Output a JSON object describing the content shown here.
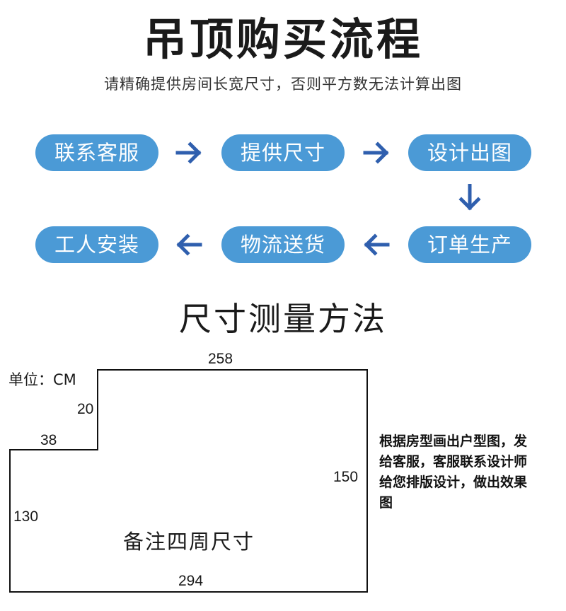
{
  "header": {
    "title": "吊顶购买流程",
    "subtitle": "请精确提供房间长宽尺寸，否则平方数无法计算出图"
  },
  "process": {
    "steps": [
      "联系客服",
      "提供尺寸",
      "设计出图",
      "订单生产",
      "物流送货",
      "工人安装"
    ]
  },
  "measure": {
    "title": "尺寸测量方法",
    "unit_label": "单位：CM",
    "dimensions": {
      "top": "258",
      "step_height": "20",
      "step_width": "38",
      "right": "150",
      "left": "130",
      "bottom": "294"
    },
    "center_note": "备注四周尺寸",
    "description_lines": [
      "根据房型画出户型图，发",
      "给客服，客服联系设计师",
      "给您排版设计，做出效果",
      "图"
    ]
  },
  "colors": {
    "pill": "#4b9ad6",
    "arrow": "#2f5fae"
  },
  "icons": {
    "arrow_right": "arrow-right-icon",
    "arrow_left": "arrow-left-icon",
    "arrow_down": "arrow-down-icon"
  }
}
